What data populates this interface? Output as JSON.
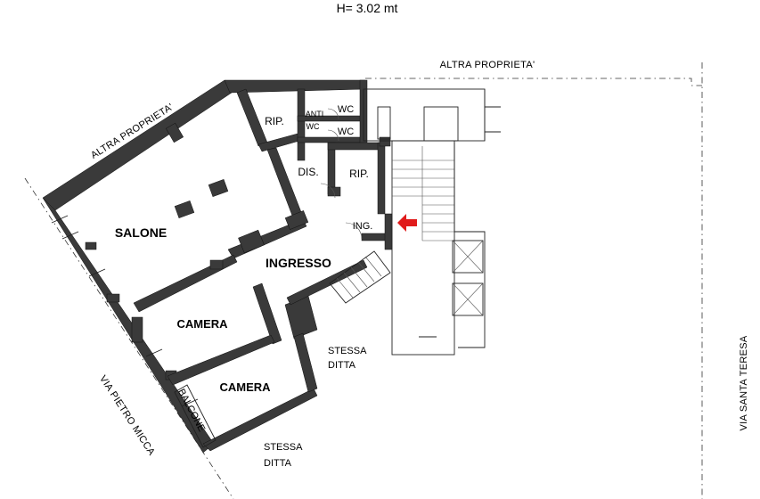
{
  "header": {
    "ceiling_height": "H= 3.02 mt"
  },
  "rooms": {
    "salone": "SALONE",
    "ingresso": "INGRESSO",
    "camera_1": "CAMERA",
    "camera_2": "CAMERA",
    "rip_top": "RIP.",
    "rip_center": "RIP.",
    "dis": "DIS.",
    "ing": "ING.",
    "anti_line1": "ANTI",
    "anti_line2": "WC",
    "wc_1": "WC",
    "wc_2": "WC",
    "balcone": "BALCONE"
  },
  "neighbours": {
    "altra_top": "ALTRA PROPRIETA'",
    "altra_left": "ALTRA PROPRIETA'",
    "stessa_1_line1": "STESSA",
    "stessa_1_line2": "DITTA",
    "stessa_2_line1": "STESSA",
    "stessa_2_line2": "DITTA"
  },
  "streets": {
    "via_pietro_micca": "VIA PIETRO MICCA",
    "via_santa_teresa": "VIA SANTA TERESA"
  },
  "colors": {
    "wall": "#3a3a3a",
    "entrance_arrow": "#e01b1b",
    "line": "#222222"
  }
}
